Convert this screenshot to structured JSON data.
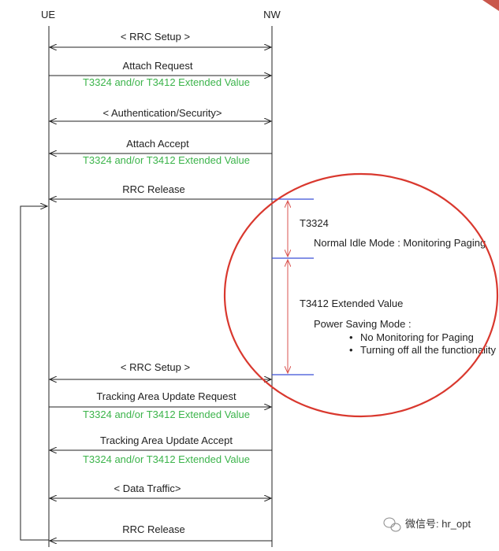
{
  "entities": {
    "ue": "UE",
    "nw": "NW"
  },
  "messages": [
    {
      "label": "< RRC Setup >",
      "param": "",
      "dir": "both"
    },
    {
      "label": "Attach Request",
      "param": "T3324  and/or T3412  Extended Value",
      "dir": "to-nw"
    },
    {
      "label": "< Authentication/Security>",
      "param": "",
      "dir": "both"
    },
    {
      "label": "Attach Accept",
      "param": "T3324  and/or T3412  Extended Value",
      "dir": "to-ue"
    },
    {
      "label": "RRC Release",
      "param": "",
      "dir": "to-ue"
    },
    {
      "label": "< RRC Setup >",
      "param": "",
      "dir": "both"
    },
    {
      "label": "Tracking Area Update Request",
      "param": "T3324  and/or T3412  Extended Value",
      "dir": "to-nw"
    },
    {
      "label": "Tracking Area Update Accept",
      "param": "T3324  and/or T3412  Extended Value",
      "dir": "to-ue"
    },
    {
      "label": "< Data Traffic>",
      "param": "",
      "dir": "both"
    },
    {
      "label": "RRC Release",
      "param": "",
      "dir": "to-ue"
    }
  ],
  "timers": {
    "t3324": {
      "name": "T3324",
      "desc": "Normal Idle Mode : Monitoring Paging"
    },
    "t3412": {
      "name": "T3412  Extended Value",
      "desc": "Power Saving Mode :",
      "bullets": [
        "No Monitoring for Paging",
        "Turning off all the functionality"
      ]
    }
  },
  "watermark": {
    "text": "微信号: hr_opt"
  },
  "colors": {
    "line": "#222222",
    "param_text": "#3cb44b",
    "timer_mark": "#3b4fd6",
    "timer_arrow": "#d9534f",
    "highlight_circle": "#d9382e"
  }
}
